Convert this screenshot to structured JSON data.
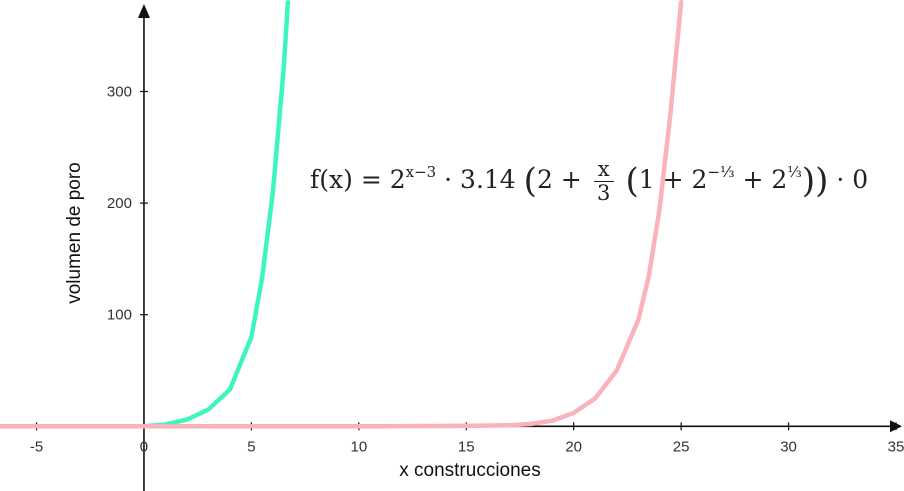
{
  "chart_data": {
    "type": "line",
    "xlabel": "x construcciones",
    "ylabel": "volumen de poro",
    "xlim": [
      -6.7,
      35
    ],
    "ylim": [
      -58,
      382
    ],
    "x_ticks": [
      -5,
      0,
      5,
      10,
      15,
      20,
      25,
      30,
      35
    ],
    "x_tick_labels": [
      "-5",
      "0",
      "5",
      "10",
      "15",
      "20",
      "25",
      "30",
      "35"
    ],
    "y_ticks": [
      100,
      200,
      300
    ],
    "y_tick_labels": [
      "100",
      "200",
      "300"
    ],
    "grid": false,
    "series": [
      {
        "color": "#3ef5c0",
        "x": [
          0,
          1,
          2,
          3,
          4,
          5,
          5.5,
          6,
          6.5,
          6.7
        ],
        "y": [
          0,
          1.5,
          6,
          15,
          33,
          80,
          133,
          210,
          320,
          380
        ]
      },
      {
        "color": "#f9b3bb",
        "x": [
          -6.7,
          0,
          10,
          15,
          17,
          18,
          19,
          20,
          21,
          22,
          23,
          23.5,
          24,
          24.5,
          25
        ],
        "y": [
          0,
          0,
          0,
          0.3,
          1,
          2,
          5,
          12,
          25,
          50,
          95,
          135,
          195,
          280,
          380
        ]
      }
    ]
  },
  "formula": {
    "lhs": "f(x)",
    "eq": "=",
    "base": "2",
    "exp": "x−3",
    "coef": "· 3.14",
    "term_two": "2 +",
    "frac_num": "x",
    "frac_den": "3",
    "term_one": "1 + 2",
    "exp_neg": "−⅓",
    "term_plus": "+ 2",
    "exp_pos": "⅓",
    "tail": "· 0"
  }
}
